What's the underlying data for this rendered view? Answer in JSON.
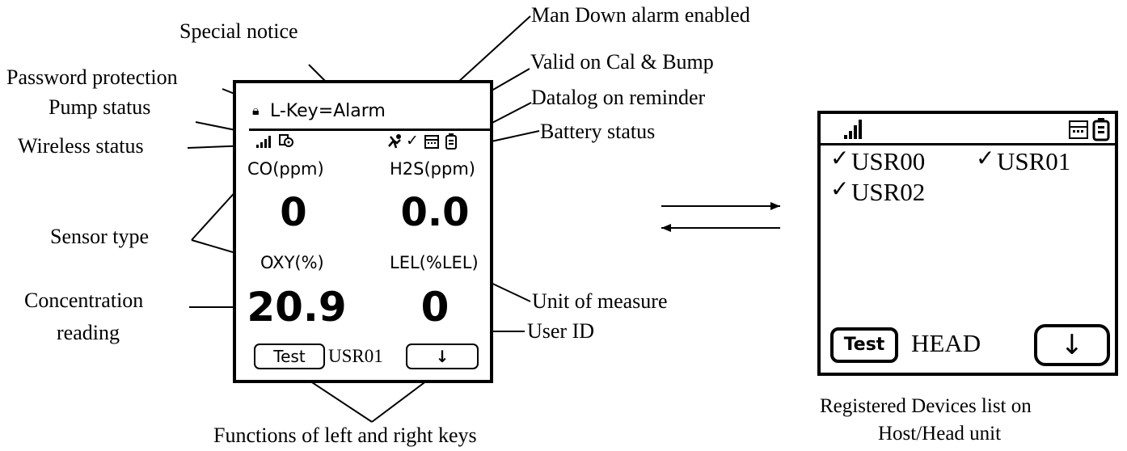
{
  "device": {
    "notice": "L-Key=Alarm",
    "sensors": [
      {
        "type": "CO(ppm)",
        "reading": "0"
      },
      {
        "type": "H2S(ppm)",
        "reading": "0.0"
      },
      {
        "type": "OXY(%)",
        "reading": "20.9"
      },
      {
        "type": "LEL(%LEL)",
        "reading": "0"
      }
    ],
    "left_key": "Test",
    "user_id": "USR01",
    "icons": [
      "lock-icon",
      "signal-icon",
      "pump-icon",
      "man-down-icon",
      "check-icon",
      "calendar-icon",
      "battery-icon",
      "arrow-down-icon"
    ]
  },
  "callouts": {
    "special_notice": "Special notice",
    "password_protection": "Password protection",
    "pump_status": "Pump status",
    "wireless_status": "Wireless status",
    "sensor_type": "Sensor type",
    "concentration_line1": "Concentration",
    "concentration_line2": "reading",
    "functions_keys": "Functions of left and right keys",
    "man_down": "Man Down alarm enabled",
    "valid_cal": "Valid on Cal & Bump",
    "datalog": "Datalog on reminder",
    "battery_status": "Battery status",
    "unit_of_measure": "Unit of measure",
    "user_id_label": "User ID"
  },
  "head_unit": {
    "users": [
      "USR00",
      "USR01",
      "USR02"
    ],
    "left_key": "Test",
    "label": "HEAD",
    "caption_line1": "Registered Devices list on",
    "caption_line2": "Host/Head unit"
  }
}
